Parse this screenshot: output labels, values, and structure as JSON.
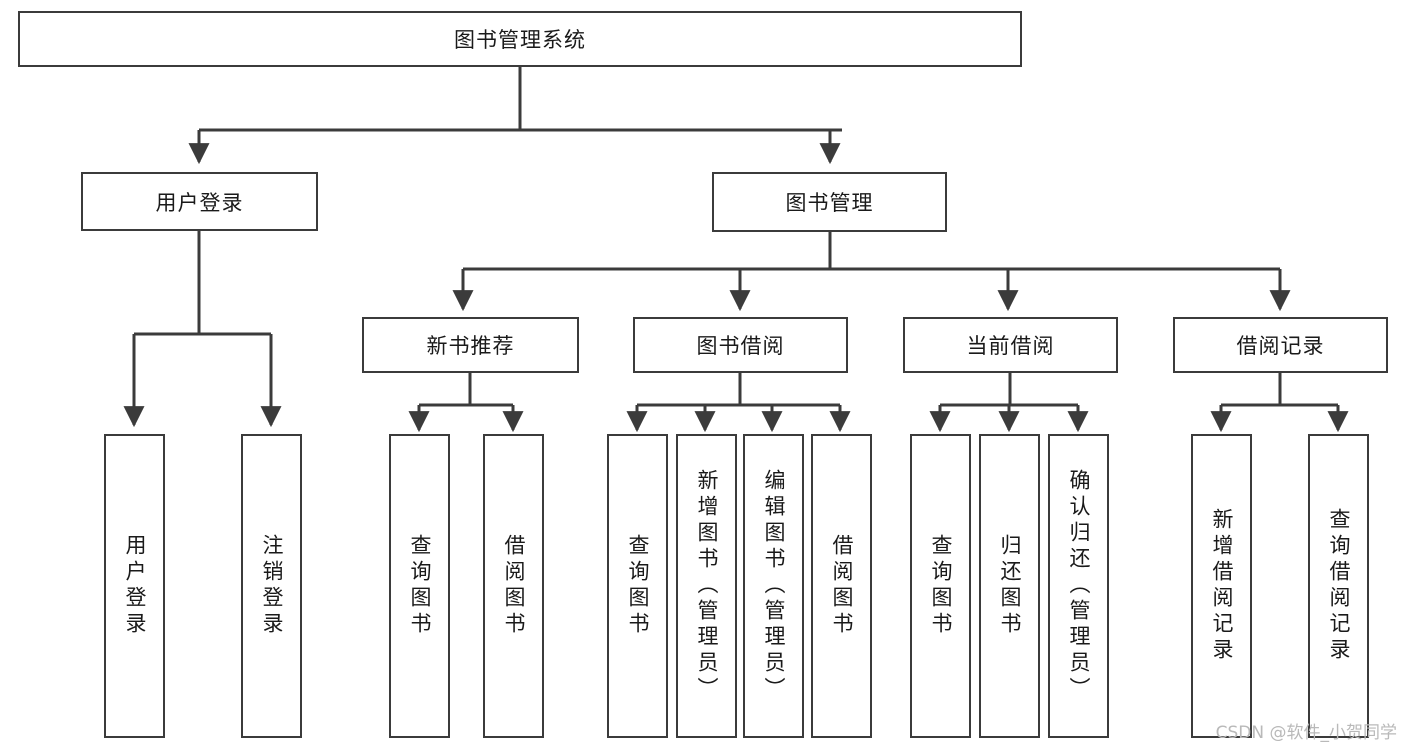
{
  "diagram": {
    "title": "图书管理系统",
    "watermark": "CSDN @软件_小贺同学",
    "colors": {
      "stroke": "#3b3b3b",
      "fill": "#ffffff",
      "text": "#1a1a1a",
      "watermark": "#b9b9b9"
    },
    "nodes": {
      "root": {
        "label": "图书管理系统"
      },
      "level2": [
        {
          "id": "user-login",
          "label": "用户登录"
        },
        {
          "id": "book-manage",
          "label": "图书管理"
        }
      ],
      "level3": [
        {
          "id": "new-book-recommend",
          "label": "新书推荐"
        },
        {
          "id": "book-borrow",
          "label": "图书借阅"
        },
        {
          "id": "current-borrow",
          "label": "当前借阅"
        },
        {
          "id": "borrow-record",
          "label": "借阅记录"
        }
      ],
      "leaves": [
        {
          "id": "leaf-user-login",
          "parent": "user-login",
          "label": "用户登录"
        },
        {
          "id": "leaf-logout-login",
          "parent": "user-login",
          "label": "注销登录"
        },
        {
          "id": "leaf-query-book-1",
          "parent": "new-book-recommend",
          "label": "查询图书"
        },
        {
          "id": "leaf-borrow-book-1",
          "parent": "new-book-recommend",
          "label": "借阅图书"
        },
        {
          "id": "leaf-query-book-2",
          "parent": "book-borrow",
          "label": "查询图书"
        },
        {
          "id": "leaf-add-book",
          "parent": "book-borrow",
          "label": "新增图书（管理员）"
        },
        {
          "id": "leaf-edit-book",
          "parent": "book-borrow",
          "label": "编辑图书（管理员）"
        },
        {
          "id": "leaf-borrow-book-2",
          "parent": "book-borrow",
          "label": "借阅图书"
        },
        {
          "id": "leaf-query-book-3",
          "parent": "current-borrow",
          "label": "查询图书"
        },
        {
          "id": "leaf-return-book",
          "parent": "current-borrow",
          "label": "归还图书"
        },
        {
          "id": "leaf-confirm-return",
          "parent": "current-borrow",
          "label": "确认归还（管理员）"
        },
        {
          "id": "leaf-add-record",
          "parent": "borrow-record",
          "label": "新增借阅记录"
        },
        {
          "id": "leaf-query-record",
          "parent": "borrow-record",
          "label": "查询借阅记录"
        }
      ]
    }
  }
}
